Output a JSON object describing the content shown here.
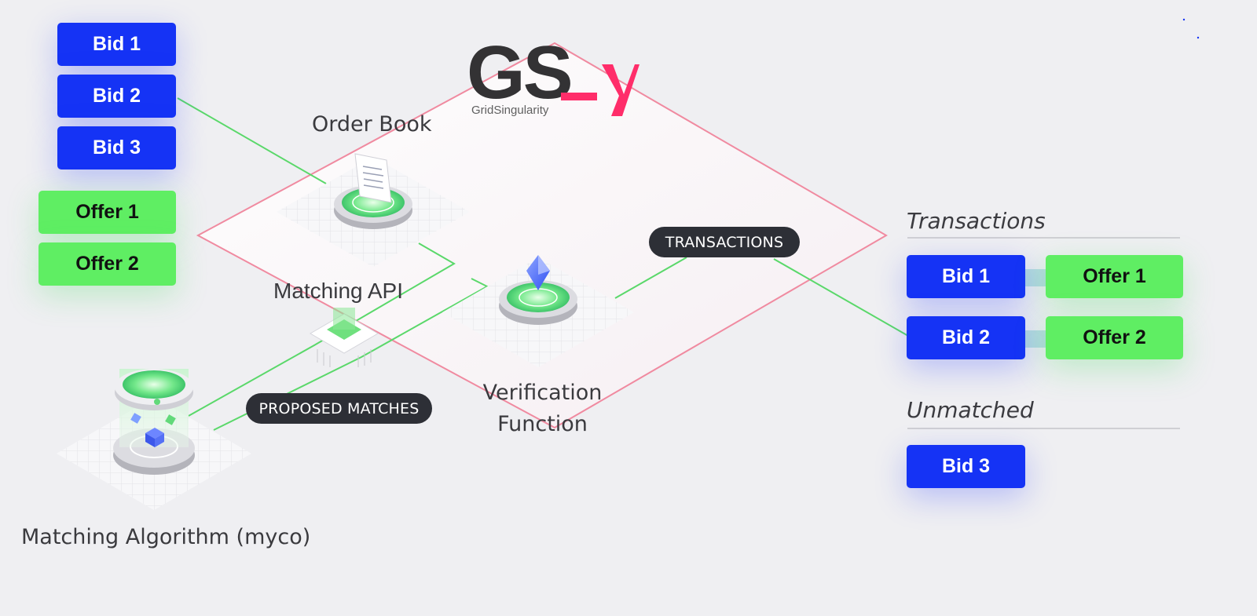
{
  "logo": {
    "mark": "GS",
    "name": "GridSingularity"
  },
  "left_bids": [
    "Bid 1",
    "Bid 2",
    "Bid 3"
  ],
  "left_offers": [
    "Offer 1",
    "Offer 2"
  ],
  "components": {
    "order_book": "Order Book",
    "matching_api": "Matching API",
    "verification_line1": "Verification",
    "verification_line2": "Function",
    "matching_algorithm": "Matching Algorithm (myco)"
  },
  "pills": {
    "transactions": "TRANSACTIONS",
    "proposed_matches": "PROPOSED MATCHES"
  },
  "transactions": {
    "title": "Transactions",
    "pairs": [
      {
        "bid": "Bid 1",
        "offer": "Offer 1"
      },
      {
        "bid": "Bid 2",
        "offer": "Offer 2"
      }
    ]
  },
  "unmatched": {
    "title": "Unmatched",
    "items": [
      "Bid 3"
    ]
  },
  "colors": {
    "bid": "#1533f5",
    "offer": "#5fee63",
    "connector_line": "#5ad86a",
    "diamond_outline": "#f08aa0",
    "logo_accent": "#ff2d6a",
    "pill_bg": "#2d2f36"
  }
}
